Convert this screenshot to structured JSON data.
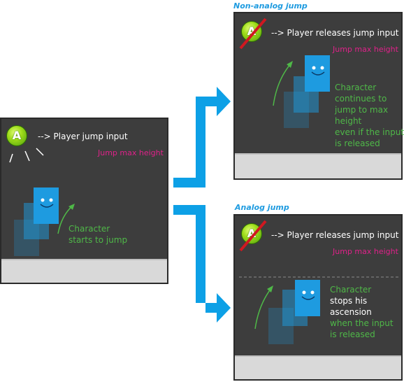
{
  "labels": {
    "non_analog": "Non-analog jump",
    "analog": "Analog jump"
  },
  "button": {
    "letter": "A"
  },
  "panel_start": {
    "input_text": "--> Player  jump input",
    "max_height": "Jump max height",
    "desc": [
      "Character",
      "starts to jump"
    ]
  },
  "panel_non_analog": {
    "input_text": "--> Player  releases jump input",
    "max_height": "Jump max height",
    "desc": [
      "Character",
      "continues to",
      "jump to max",
      "height",
      "even if the input",
      "is released"
    ]
  },
  "panel_analog": {
    "input_text": "--> Player  releases jump input",
    "max_height": "Jump max height",
    "desc": [
      "Character",
      "stops his",
      "ascension",
      "when the input",
      "is released"
    ]
  },
  "colors": {
    "panel": "#3d3d3d",
    "ground": "#d9d9d9",
    "arrow": "#0da0e6",
    "character": "#1e9be0",
    "max_height": "#e0218a",
    "green_text": "#4fb848",
    "strike": "#d01820"
  },
  "icons": [
    "a-button-icon",
    "strike-icon",
    "character-icon",
    "jump-arrow-icon",
    "flow-arrow-icon",
    "burst-lines-icon"
  ]
}
